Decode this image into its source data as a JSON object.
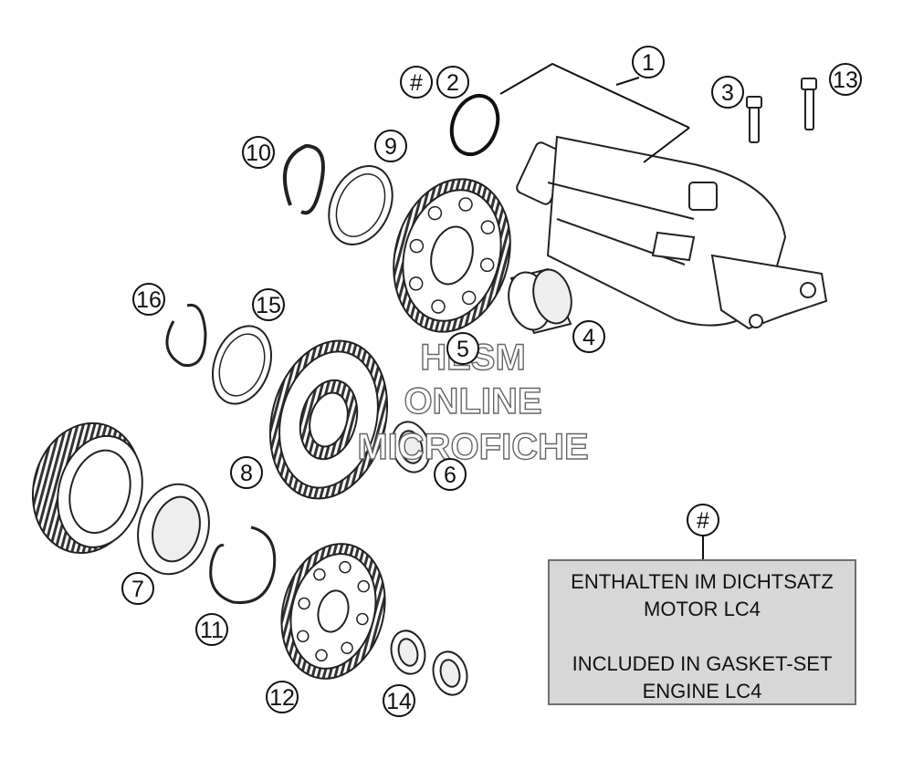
{
  "callouts": {
    "c1": "1",
    "c2": "2",
    "c3": "3",
    "c4": "4",
    "c5": "5",
    "c6": "6",
    "c7": "7",
    "c8": "8",
    "c9": "9",
    "c10": "10",
    "c11": "11",
    "c12": "12",
    "c13": "13",
    "c14": "14",
    "c15": "15",
    "c16": "16",
    "hash_top": "#",
    "hash_note": "#"
  },
  "watermark": {
    "line1": "HESM",
    "line2": "ONLINE",
    "line3": "MICROFICHE"
  },
  "note": {
    "de_line1": "ENTHALTEN IM DICHTSATZ",
    "de_line2": "MOTOR LC4",
    "en_line1": "INCLUDED IN GASKET-SET",
    "en_line2": "ENGINE LC4"
  }
}
